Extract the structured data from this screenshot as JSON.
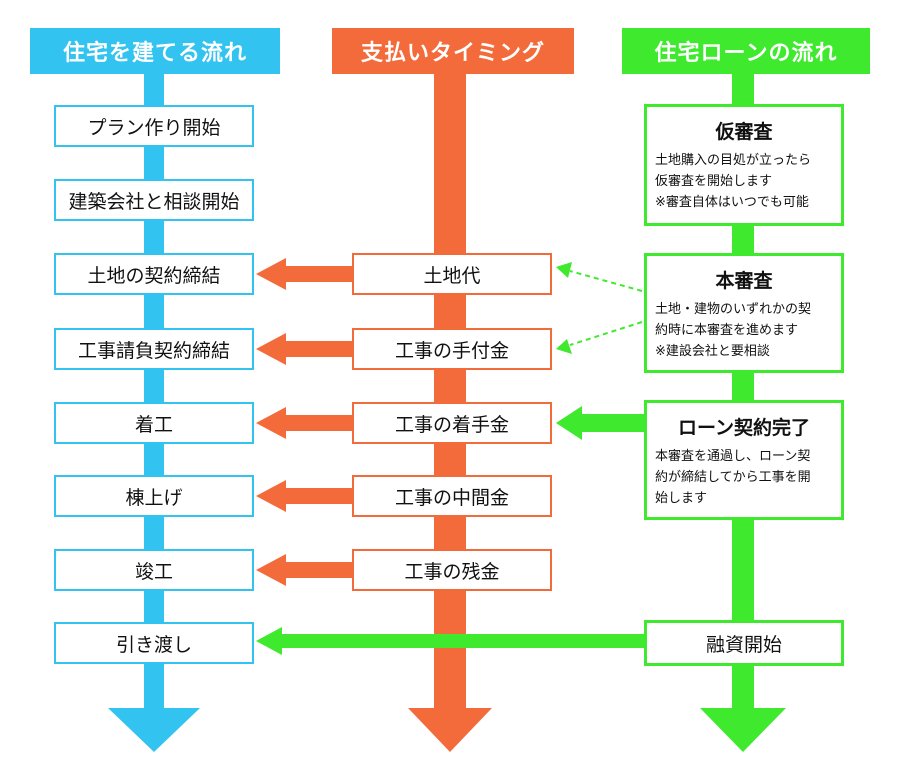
{
  "columns": {
    "build": {
      "title": "住宅を建てる流れ",
      "color": "#33c3f0"
    },
    "payment": {
      "title": "支払いタイミング",
      "color": "#f46b3b"
    },
    "loan": {
      "title": "住宅ローンの流れ",
      "color": "#3fea2e"
    }
  },
  "build_steps": [
    "プラン作り開始",
    "建築会社と相談開始",
    "土地の契約締結",
    "工事請負契約締結",
    "着工",
    "棟上げ",
    "竣工",
    "引き渡し"
  ],
  "payments": [
    "土地代",
    "工事の手付金",
    "工事の着手金",
    "工事の中間金",
    "工事の残金"
  ],
  "loan_steps": [
    {
      "title": "仮審査",
      "lines": [
        "土地購入の目処が立ったら",
        "仮審査を開始します",
        "※審査自体はいつでも可能"
      ]
    },
    {
      "title": "本審査",
      "lines": [
        "土地・建物のいずれかの契",
        "約時に本審査を進めます",
        "※建設会社と要相談"
      ]
    },
    {
      "title": "ローン契約完了",
      "lines": [
        "本審査を通過し、ローン契",
        "約が締結してから工事を開",
        "始します"
      ]
    },
    {
      "title": "融資開始",
      "lines": []
    }
  ]
}
